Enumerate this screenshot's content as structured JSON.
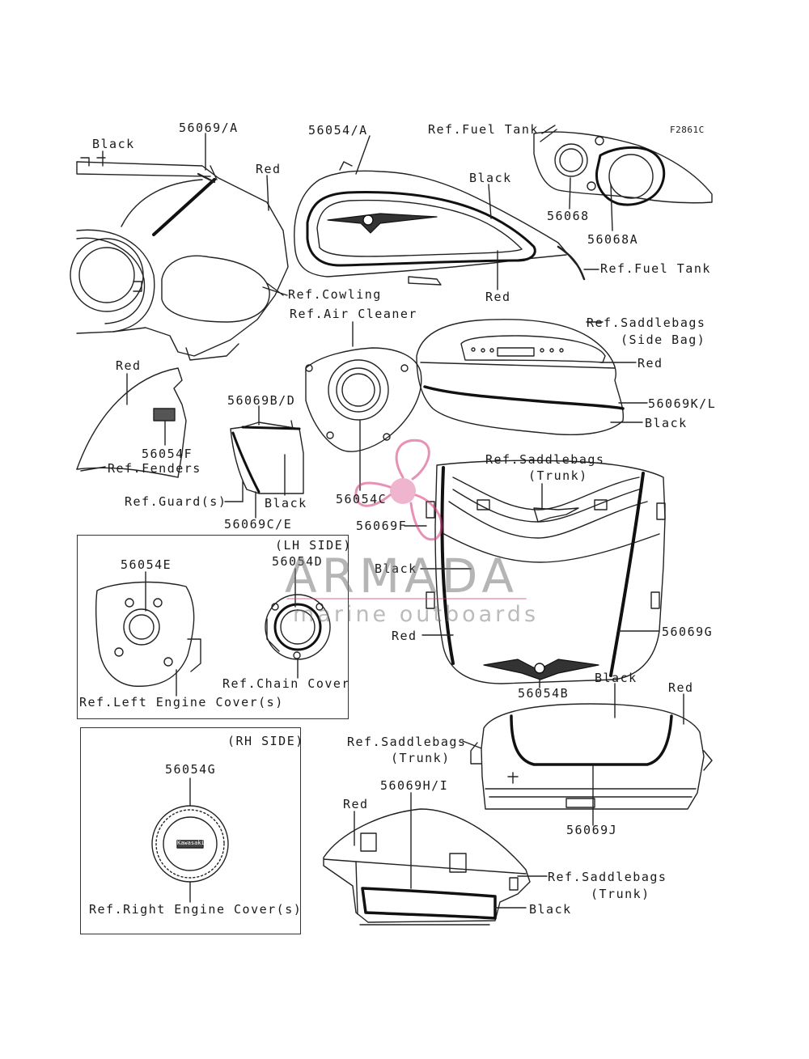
{
  "figure_code": "F2861C",
  "labels": {
    "black_cowl": "Black",
    "p56069_A": "56069/A",
    "red_cowl": "Red",
    "p56054_A": "56054/A",
    "ref_fuel_tank_top": "Ref.Fuel Tank",
    "black_tank": "Black",
    "p56068": "56068",
    "p56068A": "56068A",
    "ref_fuel_tank_right": "Ref.Fuel Tank",
    "ref_cowling": "Ref.Cowling",
    "red_tank": "Red",
    "ref_air_cleaner": "Ref.Air Cleaner",
    "ref_saddlebags_side_1": "Ref.Saddlebags",
    "ref_saddlebags_side_2": "(Side Bag)",
    "red_fender": "Red",
    "red_sidebag": "Red",
    "p56069BD": "56069B/D",
    "p56069KL": "56069K/L",
    "black_sidebag": "Black",
    "p56054F": "56054F",
    "ref_fenders": "Ref.Fenders",
    "ref_saddlebags_trunk_1": "Ref.Saddlebags",
    "ref_saddlebags_trunk_2": "(Trunk)",
    "ref_guards": "Ref.Guard(s)",
    "black_guard": "Black",
    "p56054C": "56054C",
    "p56069F": "56069F",
    "p56069CE": "56069C/E",
    "lh_side": "(LH SIDE)",
    "p56054E": "56054E",
    "p56054D": "56054D",
    "black_trunk": "Black",
    "red_trunk": "Red",
    "p56069G": "56069G",
    "ref_chain_cover": "Ref.Chain Cover",
    "black_trunk2": "Black",
    "p56054B": "56054B",
    "ref_left_engine_cover": "Ref.Left Engine Cover(s)",
    "red_trunk2": "Red",
    "rh_side": "(RH SIDE)",
    "ref_saddlebags_trunk2_1": "Ref.Saddlebags",
    "ref_saddlebags_trunk2_2": "(Trunk)",
    "p56054G": "56054G",
    "p56069HI": "56069H/I",
    "red_trunk3": "Red",
    "p56069J": "56069J",
    "ref_saddlebags_trunk3_1": "Ref.Saddlebags",
    "ref_saddlebags_trunk3_2": "(Trunk)",
    "black_trunk3": "Black",
    "ref_right_engine_cover": "Ref.Right Engine Cover(s)",
    "emblem_text": "Kawasaki"
  },
  "watermark": {
    "brand": "ARMADA",
    "tagline": "marine outboards",
    "accent_color": "#d4387a"
  }
}
